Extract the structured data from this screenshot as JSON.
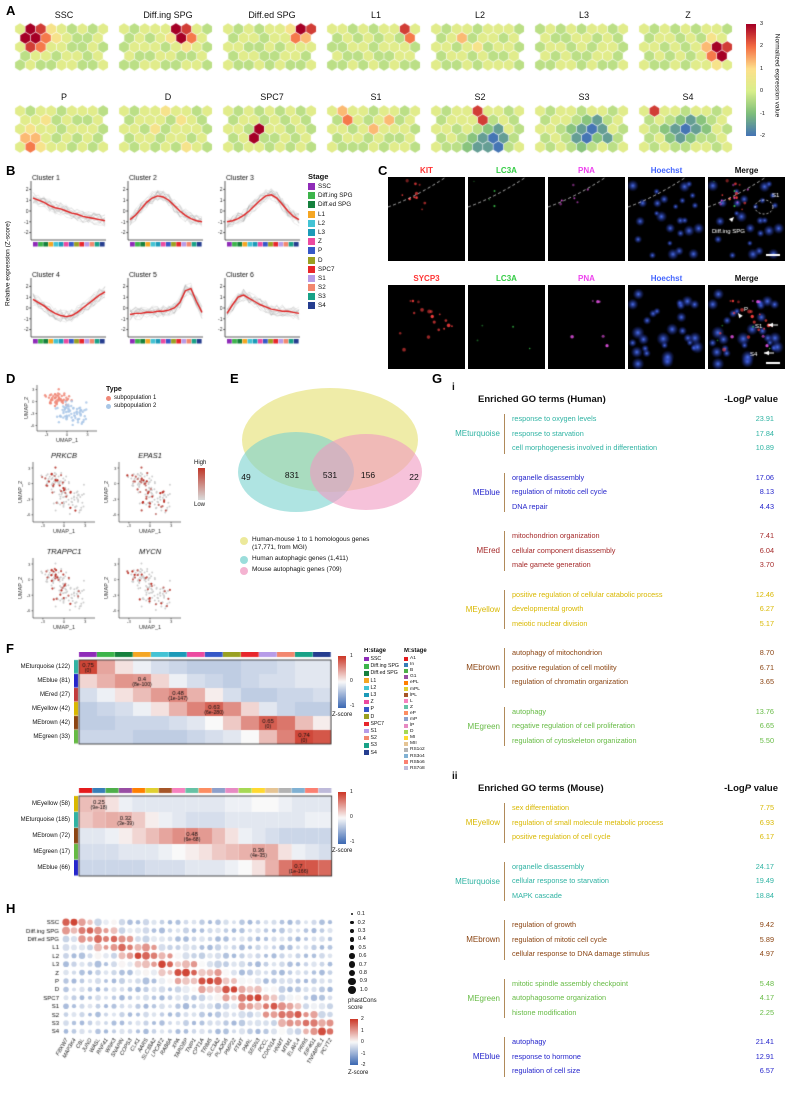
{
  "labels": {
    "A": "A",
    "B": "B",
    "C": "C",
    "D": "D",
    "E": "E",
    "F": "F",
    "G": "G",
    "H": "H"
  },
  "stages_human": [
    "SSC",
    "Diff.ing SPG",
    "Diff.ed SPG",
    "L1",
    "L2",
    "L3",
    "Z",
    "P",
    "D",
    "SPC7",
    "S1",
    "S2",
    "S3",
    "S4"
  ],
  "stage_colors_human": [
    "#8f2bb8",
    "#3cb44a",
    "#15803d",
    "#f5a623",
    "#43c3d4",
    "#1b9ab8",
    "#ec4aa0",
    "#3558c8",
    "#9aa021",
    "#e8262b",
    "#b79ce8",
    "#f2876f",
    "#18a287",
    "#253d8f"
  ],
  "stages_mouse": [
    "A1",
    "In",
    "B",
    "G1",
    "ePL",
    "mPL",
    "lPL",
    "L",
    "Z",
    "eP",
    "mP",
    "lP",
    "D",
    "MI",
    "MII",
    "RS1o2",
    "RS3o4",
    "RS5o6",
    "RS7o8"
  ],
  "stage_colors_mouse": [
    "#e41a1c",
    "#377eb8",
    "#4daf4a",
    "#984ea3",
    "#ff7f00",
    "#e0d030",
    "#a65628",
    "#f781bf",
    "#66c2a5",
    "#fc8d62",
    "#8da0cb",
    "#e78ac3",
    "#a6d854",
    "#ffd92f",
    "#e5c494",
    "#b3b3b3",
    "#80b1d3",
    "#fb8072",
    "#bebada"
  ],
  "panelA": {
    "colorbar_label": "Normalized expression value",
    "colorbar_ticks": [
      "3",
      "2",
      "1",
      "0",
      "-1",
      "-2"
    ],
    "maps": [
      {
        "title": "SSC",
        "rows": [
          "498543434",
          "99754334",
          "487443343",
          "34434434",
          "343344334"
        ]
      },
      {
        "title": "Diff.ing SPG",
        "rows": [
          "434449843",
          "34345974",
          "344434543",
          "43344334",
          "334433443"
        ]
      },
      {
        "title": "Diff.ed SPG",
        "rows": [
          "434344598",
          "34434476",
          "443343444",
          "34433443",
          "433434334"
        ]
      },
      {
        "title": "L1",
        "rows": [
          "443434484",
          "34343437",
          "334434443",
          "43343344",
          "334343433"
        ]
      },
      {
        "title": "L2",
        "rows": [
          "434434443",
          "34634434",
          "443453443",
          "34434334",
          "433434443"
        ]
      },
      {
        "title": "L3",
        "rows": [
          "343434434",
          "43344343",
          "344343443",
          "43433443",
          "334434334"
        ]
      },
      {
        "title": "Z",
        "rows": [
          "434343443",
          "34434354",
          "443434698",
          "34343479",
          "433434454"
        ]
      },
      {
        "title": "P",
        "rows": [
          "434434443",
          "44534334",
          "454434443",
          "66434343",
          "475443434"
        ]
      },
      {
        "title": "D",
        "rows": [
          "434454434",
          "34443543",
          "443534443",
          "34434434",
          "434343543"
        ]
      },
      {
        "title": "SPC7",
        "rows": [
          "434343434",
          "34434343",
          "443944343",
          "34933434",
          "434434343"
        ]
      },
      {
        "title": "S1",
        "rows": [
          "464434434",
          "37434634",
          "443464443",
          "34434334",
          "433343443"
        ]
      },
      {
        "title": "S2",
        "rows": [
          "434484434",
          "34448343",
          "443432143",
          "34321013",
          "433211034"
        ]
      },
      {
        "title": "S3",
        "rows": [
          "434434434",
          "34432134",
          "443210143",
          "34310213",
          "434323434"
        ]
      },
      {
        "title": "S4",
        "rows": [
          "484434434",
          "34321234",
          "432101243",
          "34212334",
          "434334434"
        ]
      }
    ]
  },
  "panelB": {
    "ylabel": "Relative expression (Z-score)",
    "yticks": [
      "2",
      "1",
      "0",
      "-1",
      "-2"
    ],
    "legend_title": "Stage",
    "clusters": [
      {
        "title": "Cluster 1",
        "values": [
          1.2,
          1.0,
          0.8,
          0.5,
          0.3,
          0.2,
          0.0,
          -0.2,
          -0.3,
          -0.5,
          -0.6,
          -0.7,
          -0.8,
          -0.9
        ]
      },
      {
        "title": "Cluster 2",
        "values": [
          -0.8,
          -0.4,
          0.2,
          0.8,
          1.2,
          1.4,
          1.3,
          1.0,
          0.5,
          0.0,
          -0.4,
          -0.7,
          -0.9,
          -1.0
        ]
      },
      {
        "title": "Cluster 3",
        "values": [
          -1.0,
          -0.9,
          -0.7,
          -0.4,
          0.0,
          0.5,
          1.0,
          1.4,
          1.5,
          1.2,
          0.6,
          0.0,
          -0.5,
          -0.8
        ]
      },
      {
        "title": "Cluster 4",
        "values": [
          0.8,
          0.5,
          0.2,
          -0.2,
          -0.5,
          -0.7,
          -0.8,
          -0.7,
          -0.4,
          0.0,
          0.4,
          0.8,
          1.2,
          1.5
        ]
      },
      {
        "title": "Cluster 5",
        "values": [
          -0.6,
          -0.5,
          -0.5,
          -0.4,
          -0.4,
          -0.3,
          -0.3,
          -0.2,
          0.0,
          0.5,
          1.6,
          1.8,
          0.6,
          -0.4
        ]
      },
      {
        "title": "Cluster 6",
        "values": [
          -0.5,
          0.3,
          1.0,
          1.2,
          0.9,
          0.6,
          0.3,
          0.1,
          -0.1,
          -0.2,
          -0.3,
          -0.3,
          -0.4,
          -0.5
        ]
      }
    ]
  },
  "panelC": {
    "rows": [
      {
        "channels": [
          "KIT",
          "LC3A",
          "PNA",
          "Hoechst",
          "Merge"
        ],
        "channel_colors": [
          "#ff3333",
          "#33cc44",
          "#ee44ee",
          "#4466ff",
          "#111111"
        ],
        "annotations": [
          "Diff.ing SPG",
          "S1"
        ]
      },
      {
        "channels": [
          "SYCP3",
          "LC3A",
          "PNA",
          "Hoechst",
          "Merge"
        ],
        "channel_colors": [
          "#ff3333",
          "#33cc44",
          "#ee44ee",
          "#4466ff",
          "#111111"
        ],
        "annotations": [
          "P",
          "S1",
          "S4"
        ]
      }
    ]
  },
  "panelD": {
    "type_legend_title": "Type",
    "type_items": [
      "subpopulation 1",
      "subpopulation 2"
    ],
    "type_colors": [
      "#f08878",
      "#a9c7e7"
    ],
    "genes": [
      "PRKCB",
      "EPAS1",
      "TRAPPC1",
      "MYCN"
    ],
    "xlabel": "UMAP_1",
    "ylabel": "UMAP_2",
    "xticks": [
      "-3",
      "0",
      "3"
    ],
    "yticks": [
      "3",
      "0",
      "-3",
      "-6"
    ],
    "feat_high": "High",
    "feat_low": "Low"
  },
  "panelE": {
    "counts": [
      "49",
      "831",
      "531",
      "156",
      "22"
    ],
    "legend": [
      {
        "label": "Human-mouse 1 to 1 homologous genes\n(17,771, from MGI)",
        "color": "#e6e27a"
      },
      {
        "label": "Human autophagic genes (1,411)",
        "color": "#79d2cf"
      },
      {
        "label": "Mouse autophagic genes (709)",
        "color": "#f09ac2"
      }
    ]
  },
  "panelF": {
    "h_legend_title": "H:stage",
    "m_legend_title": "M:stage",
    "z_label": "Z-score",
    "z_ticks": [
      "1",
      "0",
      "-1"
    ],
    "human_rows": [
      {
        "module": "MEturquoise (122)",
        "color": "#2fb3a3",
        "r": "0.75",
        "p": "(0)",
        "label_col": 0,
        "values": [
          0.75,
          0.35,
          0.1,
          -0.05,
          -0.15,
          -0.2,
          -0.25,
          -0.25,
          -0.25,
          -0.2,
          -0.2,
          -0.15,
          -0.1,
          -0.1
        ]
      },
      {
        "module": "MEblue (81)",
        "color": "#2525cc",
        "r": "0.4",
        "p": "(8e-100)",
        "label_col": 3,
        "values": [
          0.15,
          0.3,
          0.42,
          0.4,
          0.15,
          -0.05,
          -0.15,
          -0.2,
          -0.25,
          -0.2,
          -0.15,
          -0.15,
          -0.1,
          -0.1
        ]
      },
      {
        "module": "MEred (27)",
        "color": "#c23b3b",
        "r": "0.48",
        "p": "(1e-147)",
        "label_col": 5,
        "values": [
          -0.15,
          -0.05,
          0.1,
          0.25,
          0.4,
          0.48,
          0.3,
          0.05,
          -0.15,
          -0.25,
          -0.25,
          -0.2,
          -0.2,
          -0.15
        ]
      },
      {
        "module": "MEyellow (42)",
        "color": "#d9b800",
        "r": "0.63",
        "p": "(6e-280)",
        "label_col": 7,
        "values": [
          -0.25,
          -0.2,
          -0.15,
          -0.05,
          0.1,
          0.3,
          0.5,
          0.63,
          0.45,
          0.15,
          -0.1,
          -0.2,
          -0.25,
          -0.25
        ]
      },
      {
        "module": "MEbrown (42)",
        "color": "#8b4513",
        "r": "0.65",
        "p": "(0)",
        "label_col": 10,
        "values": [
          -0.25,
          -0.25,
          -0.2,
          -0.2,
          -0.2,
          -0.15,
          -0.1,
          0,
          0.2,
          0.45,
          0.65,
          0.55,
          0.25,
          0.05
        ]
      },
      {
        "module": "MEgreen (33)",
        "color": "#66bb44",
        "r": "0.74",
        "p": "(0)",
        "label_col": 12,
        "values": [
          -0.2,
          -0.2,
          -0.2,
          -0.25,
          -0.25,
          -0.25,
          -0.2,
          -0.15,
          -0.1,
          0,
          0.25,
          0.5,
          0.74,
          0.68
        ]
      }
    ],
    "mouse_rows": [
      {
        "module": "MEyellow (58)",
        "color": "#d9b800",
        "r": "0.25",
        "p": "(9e-18)",
        "label_col": 1,
        "values": [
          0.25,
          0.25,
          0.1,
          -0.05,
          -0.1,
          -0.1,
          -0.1,
          -0.1,
          -0.1,
          -0.1,
          -0.1,
          -0.05,
          -0.05,
          0,
          0,
          -0.05,
          -0.1,
          -0.1,
          -0.1
        ]
      },
      {
        "module": "MEturquoise (185)",
        "color": "#2fb3a3",
        "r": "0.32",
        "p": "(3e-39)",
        "label_col": 3,
        "values": [
          0.2,
          0.28,
          0.32,
          0.3,
          0.2,
          0.05,
          -0.05,
          -0.1,
          -0.15,
          -0.15,
          -0.15,
          -0.1,
          -0.1,
          -0.1,
          -0.1,
          -0.1,
          -0.1,
          -0.05,
          -0.05
        ]
      },
      {
        "module": "MEbrown (72)",
        "color": "#8b4513",
        "r": "0.48",
        "p": "(6e-68)",
        "label_col": 8,
        "values": [
          -0.1,
          -0.1,
          -0.05,
          0.05,
          0.15,
          0.25,
          0.35,
          0.45,
          0.48,
          0.4,
          0.25,
          0.1,
          -0.05,
          -0.1,
          -0.15,
          -0.2,
          -0.2,
          -0.2,
          -0.2
        ]
      },
      {
        "module": "MEgreen (17)",
        "color": "#66bb44",
        "r": "0.36",
        "p": "(4e-35)",
        "label_col": 13,
        "values": [
          -0.15,
          -0.15,
          -0.15,
          -0.1,
          -0.1,
          -0.1,
          -0.05,
          0,
          0.05,
          0.1,
          0.2,
          0.25,
          0.3,
          0.36,
          0.32,
          0.1,
          -0.05,
          -0.1,
          -0.15
        ]
      },
      {
        "module": "MEblue (66)",
        "color": "#2525cc",
        "r": "0.7",
        "p": "(1e-166)",
        "label_col": 16,
        "values": [
          -0.2,
          -0.2,
          -0.2,
          -0.2,
          -0.2,
          -0.15,
          -0.15,
          -0.15,
          -0.1,
          -0.1,
          -0.1,
          -0.05,
          0,
          0.1,
          0.3,
          0.55,
          0.7,
          0.68,
          0.6
        ]
      }
    ]
  },
  "panelG": {
    "i": "i",
    "ii": "ii",
    "human_title": "Enriched GO terms (Human)",
    "mouse_title": "Enriched GO terms (Mouse)",
    "value_header_pre": "-Log",
    "value_header_it": "P",
    "value_header_post": " value",
    "human_groups": [
      {
        "module": "MEturquoise",
        "color": "#2fb3a3",
        "terms": [
          [
            "response to oxygen levels",
            "23.91"
          ],
          [
            "response to starvation",
            "17.84"
          ],
          [
            "cell morphogenesis involved in differentiation",
            "10.89"
          ]
        ]
      },
      {
        "module": "MEblue",
        "color": "#2525cc",
        "terms": [
          [
            "organelle disassembly",
            "17.06"
          ],
          [
            "regulation of mitotic cell cycle",
            "8.13"
          ],
          [
            "DNA repair",
            "4.43"
          ]
        ]
      },
      {
        "module": "MEred",
        "color": "#a52a2a",
        "terms": [
          [
            "mitochondrion organization",
            "7.41"
          ],
          [
            "cellular component disassembly",
            "6.04"
          ],
          [
            "male gamete generation",
            "3.70"
          ]
        ]
      },
      {
        "module": "MEyellow",
        "color": "#d9b800",
        "terms": [
          [
            "positive regulation of cellular catabolic process",
            "12.46"
          ],
          [
            "developmental growth",
            "6.27"
          ],
          [
            "meiotic nuclear division",
            "5.17"
          ]
        ]
      },
      {
        "module": "MEbrown",
        "color": "#8b4513",
        "terms": [
          [
            "autophagy of mitochondrion",
            "8.70"
          ],
          [
            "positive regulation of cell motility",
            "6.71"
          ],
          [
            "regulation of chromatin organization",
            "3.65"
          ]
        ]
      },
      {
        "module": "MEgreen",
        "color": "#66bb44",
        "terms": [
          [
            "autophagy",
            "13.76"
          ],
          [
            "negative regulation of cell proliferation",
            "6.65"
          ],
          [
            "regulation of cytoskeleton organization",
            "5.50"
          ]
        ]
      }
    ],
    "mouse_groups": [
      {
        "module": "MEyellow",
        "color": "#d9b800",
        "terms": [
          [
            "sex differentiation",
            "7.75"
          ],
          [
            "regulation of small molecule metabolic process",
            "6.93"
          ],
          [
            "positive regulation of cell cycle",
            "6.17"
          ]
        ]
      },
      {
        "module": "MEturquoise",
        "color": "#2fb3a3",
        "terms": [
          [
            "organelle disassembly",
            "24.17"
          ],
          [
            "cellular response to starvation",
            "19.49"
          ],
          [
            "MAPK cascade",
            "18.84"
          ]
        ]
      },
      {
        "module": "MEbrown",
        "color": "#8b4513",
        "terms": [
          [
            "regulation of growth",
            "9.42"
          ],
          [
            "regulation of mitotic cell cycle",
            "5.89"
          ],
          [
            "cellular response to DNA damage stimulus",
            "4.97"
          ]
        ]
      },
      {
        "module": "MEgreen",
        "color": "#66bb44",
        "terms": [
          [
            "mitotic spindle assembly checkpoint",
            "5.48"
          ],
          [
            "autophagosome organization",
            "4.17"
          ],
          [
            "histone modification",
            "2.25"
          ]
        ]
      },
      {
        "module": "MEblue",
        "color": "#2525cc",
        "terms": [
          [
            "autophagy",
            "21.41"
          ],
          [
            "response to hormone",
            "12.91"
          ],
          [
            "regulation of cell size",
            "6.57"
          ]
        ]
      }
    ]
  },
  "panelH": {
    "rows": [
      "SSC",
      "Diff.ing SPG",
      "Diff.ed SPG",
      "L1",
      "L2",
      "L3",
      "Z",
      "P",
      "D",
      "SPC7",
      "S1",
      "S2",
      "S3",
      "S4"
    ],
    "genes": [
      "FBXW7",
      "MAP3K4",
      "CBL",
      "JUND",
      "WASL",
      "RNF41",
      "WNK3",
      "SNAPIN",
      "COPS3",
      "CLK1",
      "AARS",
      "SLC38A2",
      "LPCAT2",
      "RAB8A",
      "XPA",
      "TARDBP",
      "TNIP1",
      "CPT1A",
      "TRIM5",
      "SLC3A2",
      "PLA2G6",
      "PMP22",
      "FTMT",
      "PARL",
      "SESN3",
      "PCCL",
      "CDKN1A",
      "HNMT",
      "MTM1",
      "ELAVL4",
      "PRR5",
      "EIF4G1",
      "TNFAIP8L1",
      "PCYT2"
    ],
    "gene_sizes": [
      0.9,
      0.7,
      0.8,
      0.6,
      0.9,
      0.5,
      0.7,
      0.8,
      0.6,
      0.7,
      0.9,
      0.6,
      0.8,
      0.5,
      0.7,
      0.9,
      0.6,
      0.8,
      0.7,
      0.9,
      0.8,
      0.6,
      0.9,
      0.7,
      0.8,
      0.6,
      0.7,
      0.9,
      0.8,
      0.7,
      0.6,
      0.8,
      0.9,
      0.7
    ],
    "gene_peaks": [
      0,
      0,
      1,
      1,
      2,
      2,
      2,
      3,
      3,
      4,
      4,
      4,
      5,
      5,
      6,
      6,
      6,
      7,
      7,
      7,
      8,
      8,
      9,
      9,
      9,
      10,
      10,
      11,
      11,
      11,
      12,
      12,
      13,
      13
    ],
    "size_legend_values": [
      "0.1",
      "0.2",
      "0.3",
      "0.4",
      "0.5",
      "0.6",
      "0.7",
      "0.8",
      "0.9",
      "1.0"
    ],
    "size_legend_title": "phastCons score",
    "z_label": "Z-score",
    "z_ticks": [
      "2",
      "1",
      "0",
      "-1",
      "-2"
    ]
  }
}
